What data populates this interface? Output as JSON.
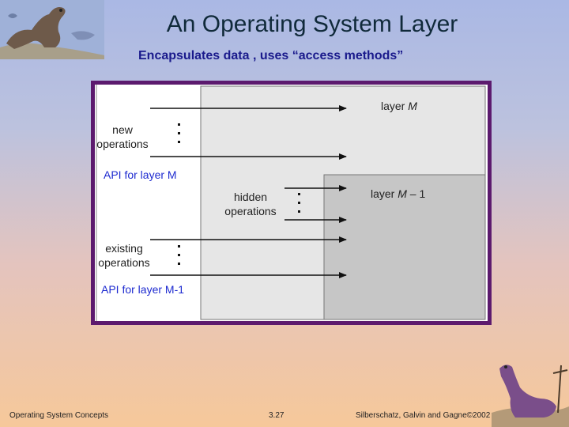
{
  "slide": {
    "title": "An Operating System Layer",
    "subtitle": "Encapsulates data , uses “access methods”"
  },
  "diagram": {
    "layer_m": {
      "prefix": "layer ",
      "name": "M"
    },
    "layer_m1": {
      "prefix": "layer ",
      "name": "M",
      "suffix": " – 1"
    },
    "new_operations": [
      "new",
      "operations"
    ],
    "hidden_operations": [
      "hidden",
      "operations"
    ],
    "existing_operations": [
      "existing",
      "operations"
    ],
    "api_m": "API for layer M",
    "api_m1": "API for layer M-1"
  },
  "footer": {
    "left": "Operating System Concepts",
    "center": "3.27",
    "right": "Silberschatz, Galvin and  Gagne©2002"
  },
  "colors": {
    "frame": "#5c1a6e",
    "layer_m_fill": "#e6e6e6",
    "layer_m1_fill": "#c6c6c6",
    "api_text": "#1e2bd0"
  }
}
